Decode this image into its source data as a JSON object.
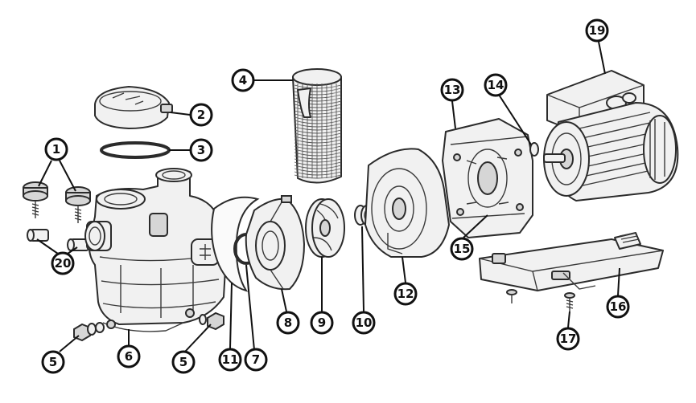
{
  "callouts": [
    {
      "id": "1",
      "label": "1"
    },
    {
      "id": "2",
      "label": "2"
    },
    {
      "id": "3",
      "label": "3"
    },
    {
      "id": "4",
      "label": "4"
    },
    {
      "id": "5a",
      "label": "5"
    },
    {
      "id": "5b",
      "label": "5"
    },
    {
      "id": "6",
      "label": "6"
    },
    {
      "id": "7",
      "label": "7"
    },
    {
      "id": "8",
      "label": "8"
    },
    {
      "id": "9",
      "label": "9"
    },
    {
      "id": "10",
      "label": "10"
    },
    {
      "id": "11",
      "label": "11"
    },
    {
      "id": "12",
      "label": "12"
    },
    {
      "id": "13",
      "label": "13"
    },
    {
      "id": "14",
      "label": "14"
    },
    {
      "id": "15",
      "label": "15"
    },
    {
      "id": "16",
      "label": "16"
    },
    {
      "id": "17",
      "label": "17"
    },
    {
      "id": "19",
      "label": "19"
    },
    {
      "id": "20",
      "label": "20"
    }
  ]
}
